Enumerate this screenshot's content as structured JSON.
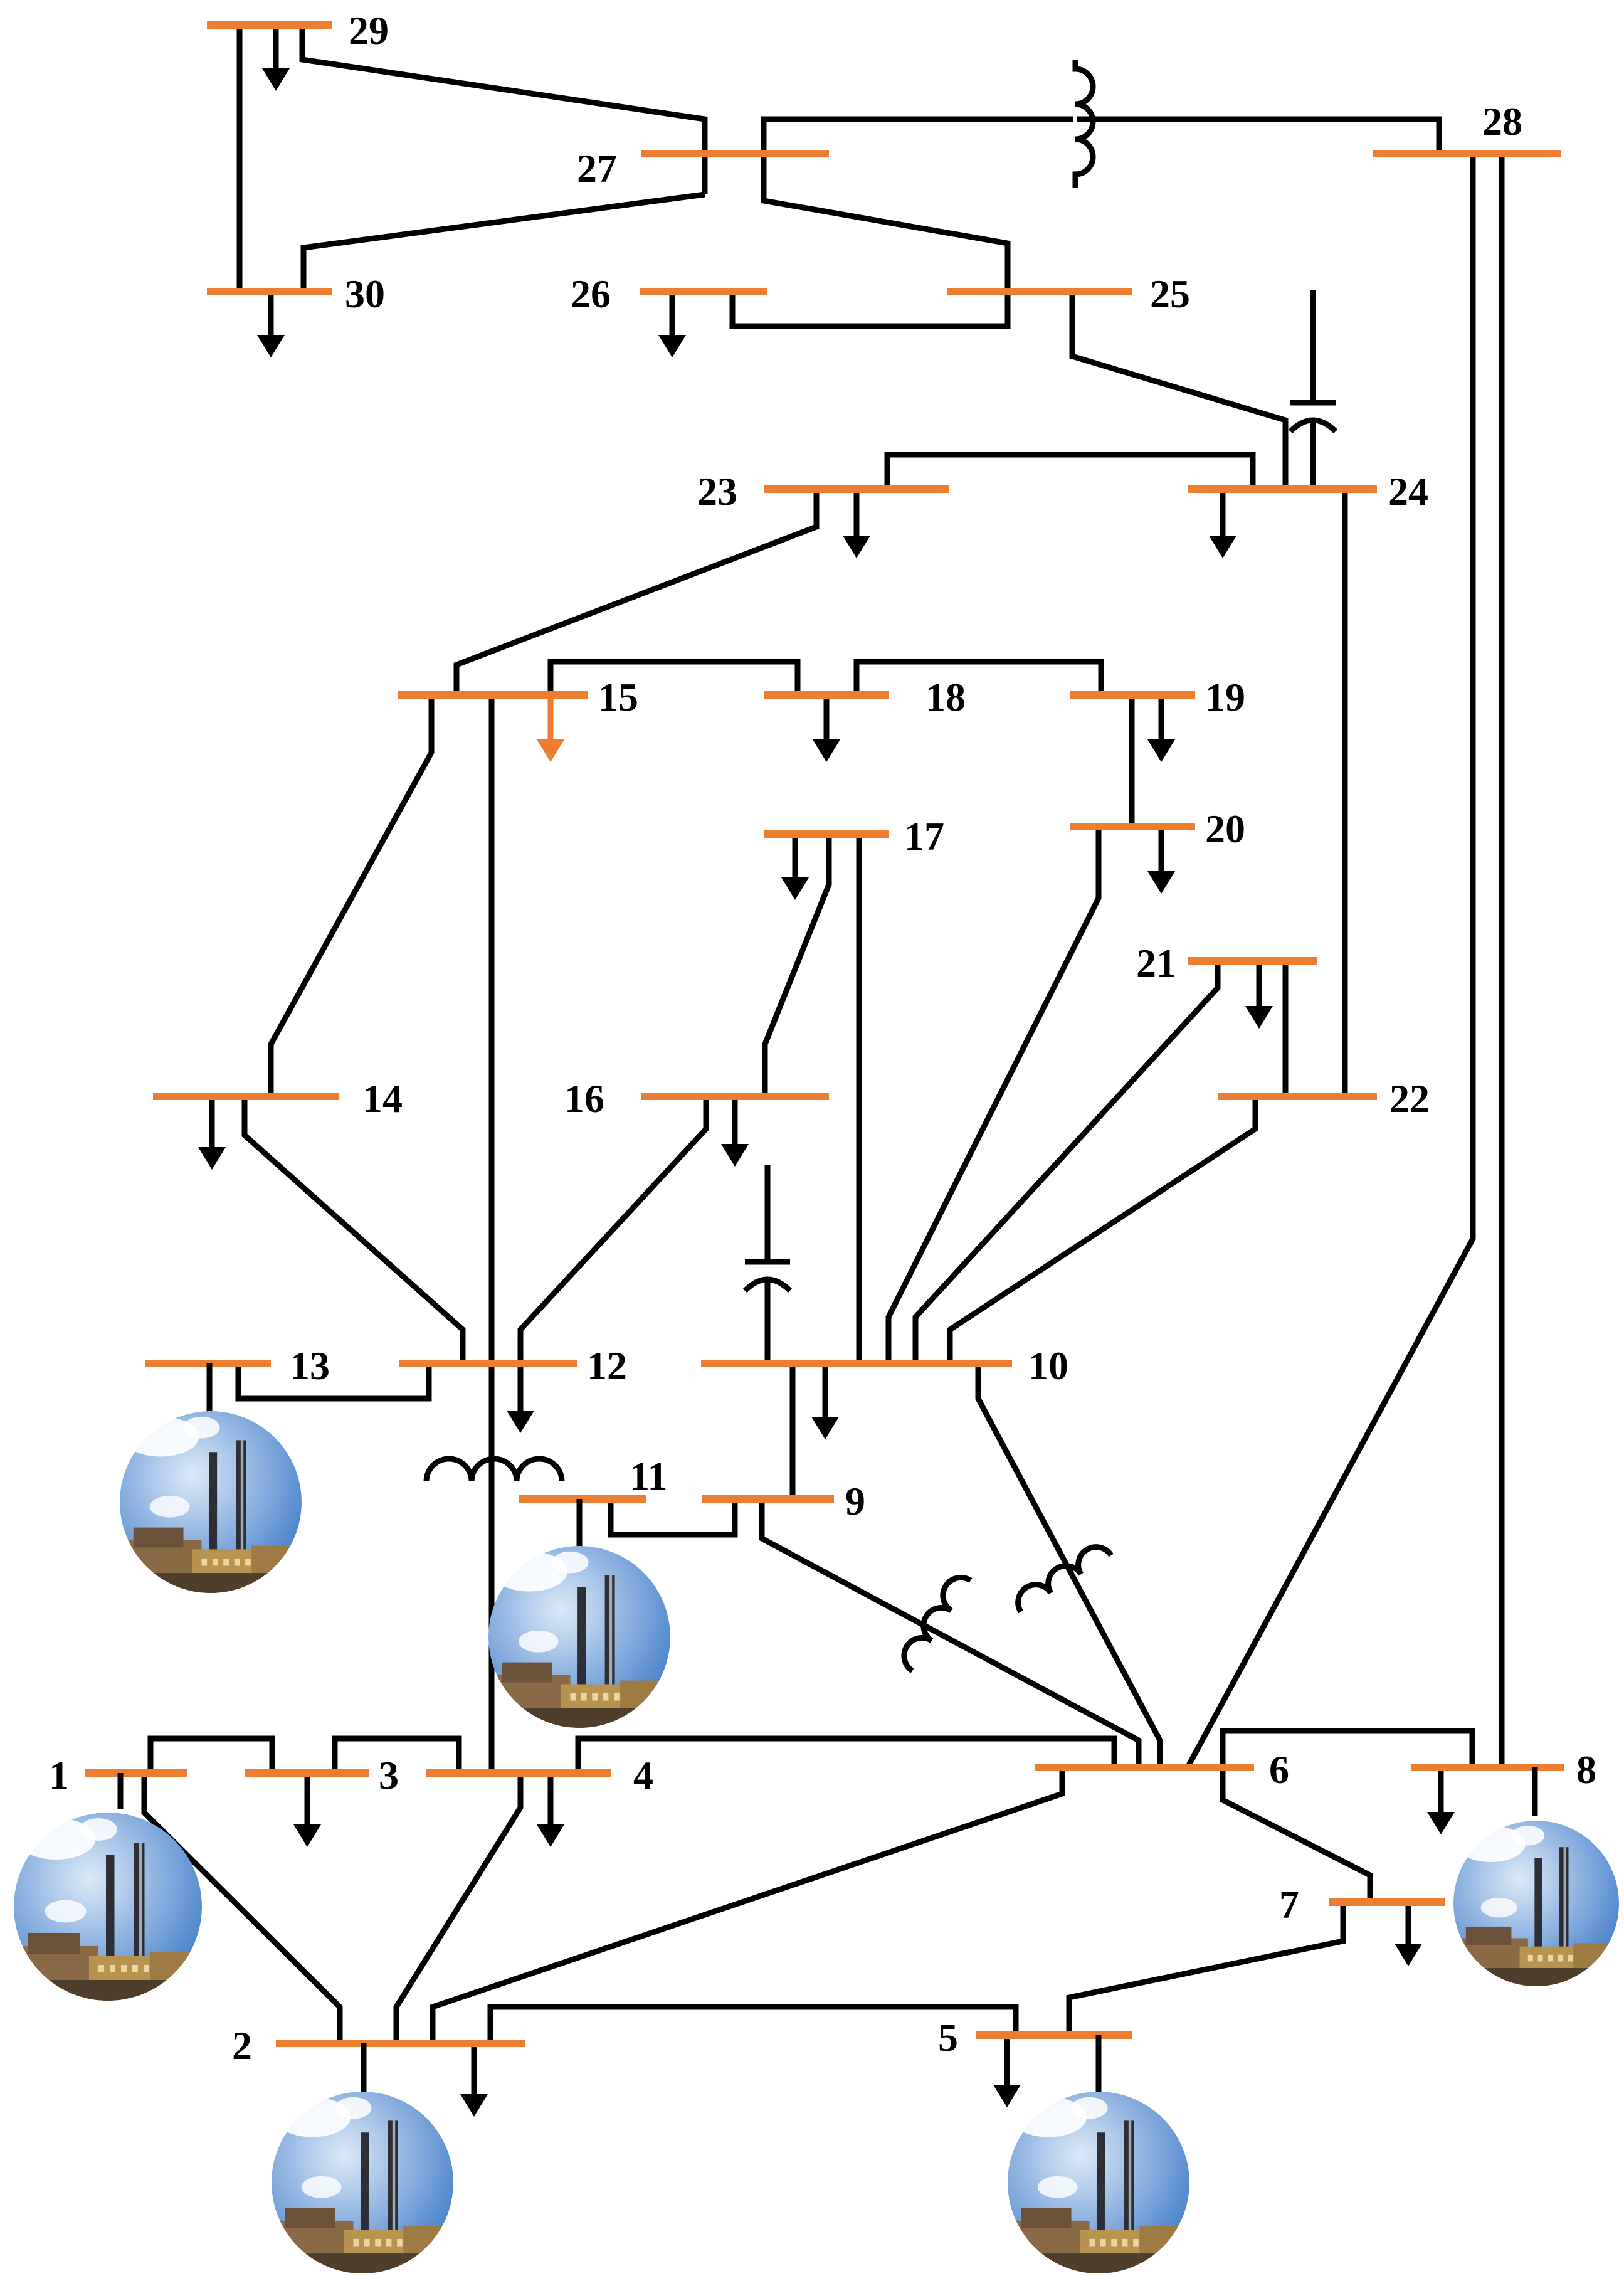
{
  "diagram": {
    "colors": {
      "bus": "#ED7D31",
      "line": "#000000",
      "highlight_load": "#ED7D31",
      "plant_sky_center": "#DCEAF8",
      "plant_sky_edge": "#3B78C7"
    },
    "buses": [
      {
        "id": "1",
        "label": "1"
      },
      {
        "id": "2",
        "label": "2"
      },
      {
        "id": "3",
        "label": "3"
      },
      {
        "id": "4",
        "label": "4"
      },
      {
        "id": "5",
        "label": "5"
      },
      {
        "id": "6",
        "label": "6"
      },
      {
        "id": "7",
        "label": "7"
      },
      {
        "id": "8",
        "label": "8"
      },
      {
        "id": "9",
        "label": "9"
      },
      {
        "id": "10",
        "label": "10"
      },
      {
        "id": "11",
        "label": "11"
      },
      {
        "id": "12",
        "label": "12"
      },
      {
        "id": "13",
        "label": "13"
      },
      {
        "id": "14",
        "label": "14"
      },
      {
        "id": "15",
        "label": "15"
      },
      {
        "id": "16",
        "label": "16"
      },
      {
        "id": "17",
        "label": "17"
      },
      {
        "id": "18",
        "label": "18"
      },
      {
        "id": "19",
        "label": "19"
      },
      {
        "id": "20",
        "label": "20"
      },
      {
        "id": "21",
        "label": "21"
      },
      {
        "id": "22",
        "label": "22"
      },
      {
        "id": "23",
        "label": "23"
      },
      {
        "id": "24",
        "label": "24"
      },
      {
        "id": "25",
        "label": "25"
      },
      {
        "id": "26",
        "label": "26"
      },
      {
        "id": "27",
        "label": "27"
      },
      {
        "id": "28",
        "label": "28"
      },
      {
        "id": "29",
        "label": "29"
      },
      {
        "id": "30",
        "label": "30"
      }
    ],
    "generators": [
      "1",
      "2",
      "5",
      "8",
      "11",
      "13"
    ],
    "highlighted_loads": [
      "15"
    ],
    "icons": {
      "generator": "power-plant-icon",
      "load": "load-arrow-icon",
      "transformer": "transformer-icon",
      "capacitor": "capacitor-icon"
    }
  }
}
